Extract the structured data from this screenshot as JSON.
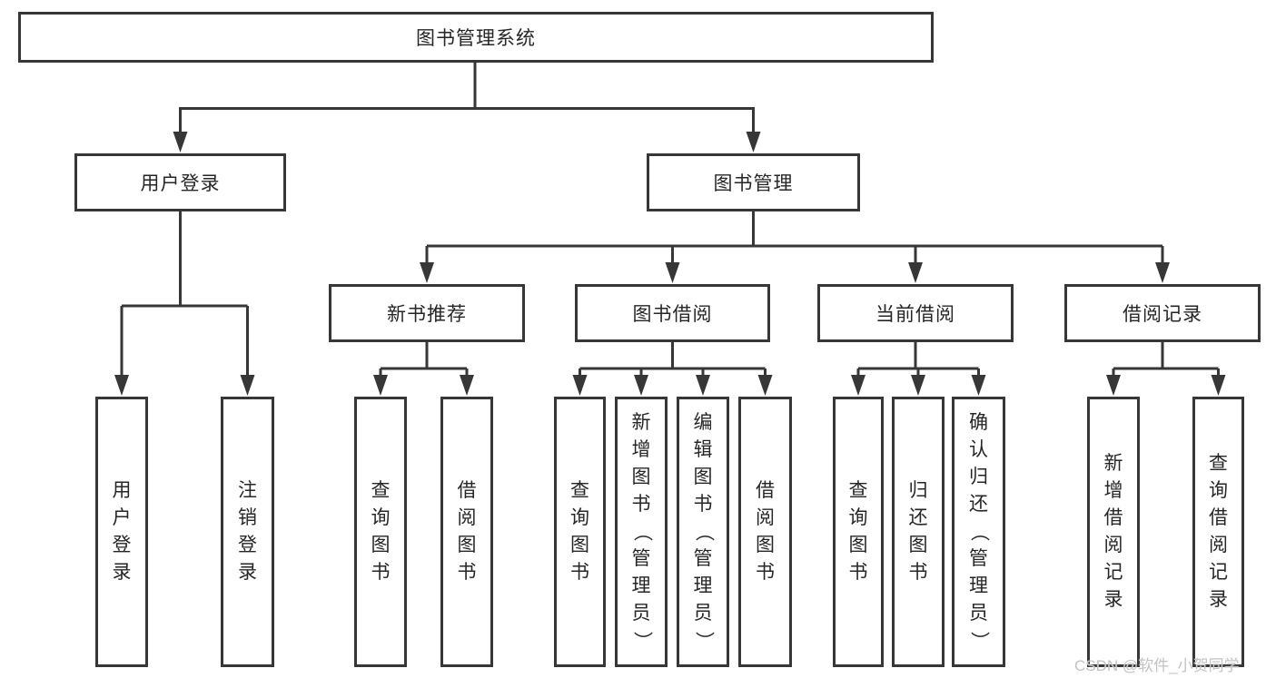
{
  "root": {
    "label": "图书管理系统"
  },
  "branches": [
    {
      "label": "用户登录",
      "children": [
        {
          "label": "用户登录"
        },
        {
          "label": "注销登录"
        }
      ]
    },
    {
      "label": "图书管理",
      "groups": [
        {
          "label": "新书推荐",
          "children": [
            {
              "label": "查询图书"
            },
            {
              "label": "借阅图书"
            }
          ]
        },
        {
          "label": "图书借阅",
          "children": [
            {
              "label": "查询图书"
            },
            {
              "label": "新增图书（管理员）"
            },
            {
              "label": "编辑图书（管理员）"
            },
            {
              "label": "借阅图书"
            }
          ]
        },
        {
          "label": "当前借阅",
          "children": [
            {
              "label": "查询图书"
            },
            {
              "label": "归还图书"
            },
            {
              "label": "确认归还（管理员）"
            }
          ]
        },
        {
          "label": "借阅记录",
          "children": [
            {
              "label": "新增借阅记录"
            },
            {
              "label": "查询借阅记录"
            }
          ]
        }
      ]
    }
  ],
  "watermark": {
    "text": "CSDN @软件_小贺同学"
  },
  "colors": {
    "line": "#373737",
    "text": "#262626",
    "watermark": "#c3c3c3",
    "background": "#ffffff"
  }
}
